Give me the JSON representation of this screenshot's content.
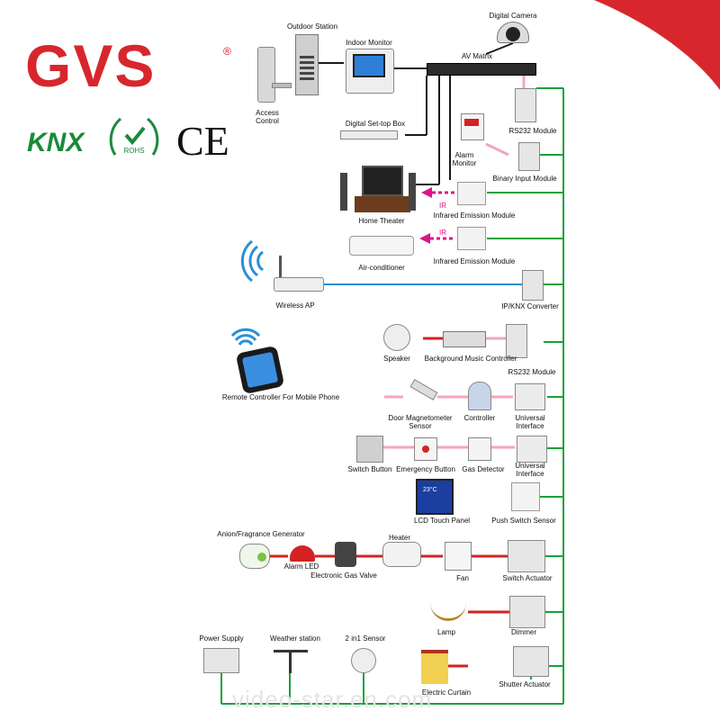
{
  "brand": {
    "logo_text": "GVS",
    "registered": "®",
    "knx": "KNX",
    "rohs": "ROHS",
    "ce": "CE"
  },
  "watermark": "video-star.en.com",
  "labels": {
    "outdoor_station": "Outdoor Station",
    "indoor_monitor": "Indoor Monitor",
    "digital_camera": "Digital Camera",
    "av_matrix": "AV Matrix",
    "access_control_1": "Access",
    "access_control_2": "Control",
    "digital_settop_box": "Digital Set-top Box",
    "rs232_module_top": "RS232 Module",
    "alarm_monitor_1": "Alarm",
    "alarm_monitor_2": "Monitor",
    "binary_input_module": "Binary Input Module",
    "home_theater": "Home Theater",
    "ir_1": "IR",
    "infrared_emission_module_1": "Infrared Emission Module",
    "ir_2": "IR",
    "infrared_emission_module_2": "Infrared Emission Module",
    "air_conditioner": "Air-conditioner",
    "wireless_ap": "Wireless AP",
    "ip_knx_converter": "IP/KNX Converter",
    "speaker": "Speaker",
    "background_music_controller": "Background Music Controller",
    "rs232_module_mid": "RS232 Module",
    "remote_controller": "Remote Controller For Mobile Phone",
    "door_magnetometer_1": "Door Magnetometer",
    "door_magnetometer_2": "Sensor",
    "controller": "Controller",
    "universal_interface_1a": "Universal",
    "universal_interface_1b": "Interface",
    "switch_button": "Switch Button",
    "emergency_button": "Emergency Button",
    "gas_detector": "Gas Detector",
    "universal_interface_2a": "Universal",
    "universal_interface_2b": "Interface",
    "lcd_touch_panel": "LCD Touch Panel",
    "push_switch_sensor": "Push Switch Sensor",
    "anion_generator": "Anion/Fragrance Generator",
    "heater": "Heater",
    "alarm_led": "Alarm LED",
    "electronic_gas_valve": "Electronic Gas Valve",
    "fan": "Fan",
    "switch_actuator": "Switch Actuator",
    "lamp": "Lamp",
    "dimmer": "Dimmer",
    "power_supply": "Power Supply",
    "weather_station": "Weather station",
    "sensor_2in1": "2 in1 Sensor",
    "electric_curtain": "Electric Curtain",
    "shutter_actuator": "Shutter Actuator",
    "lcd_screen_text": "23°C"
  },
  "colors": {
    "brand_red": "#d8262d",
    "knx_bus_green": "#19a23a",
    "av_line_black": "#1a1a1a",
    "ip_line_blue": "#2a8fd6",
    "link_pink": "#f3a6b8",
    "link_red": "#d42222",
    "ir_magenta": "#d8168a"
  }
}
